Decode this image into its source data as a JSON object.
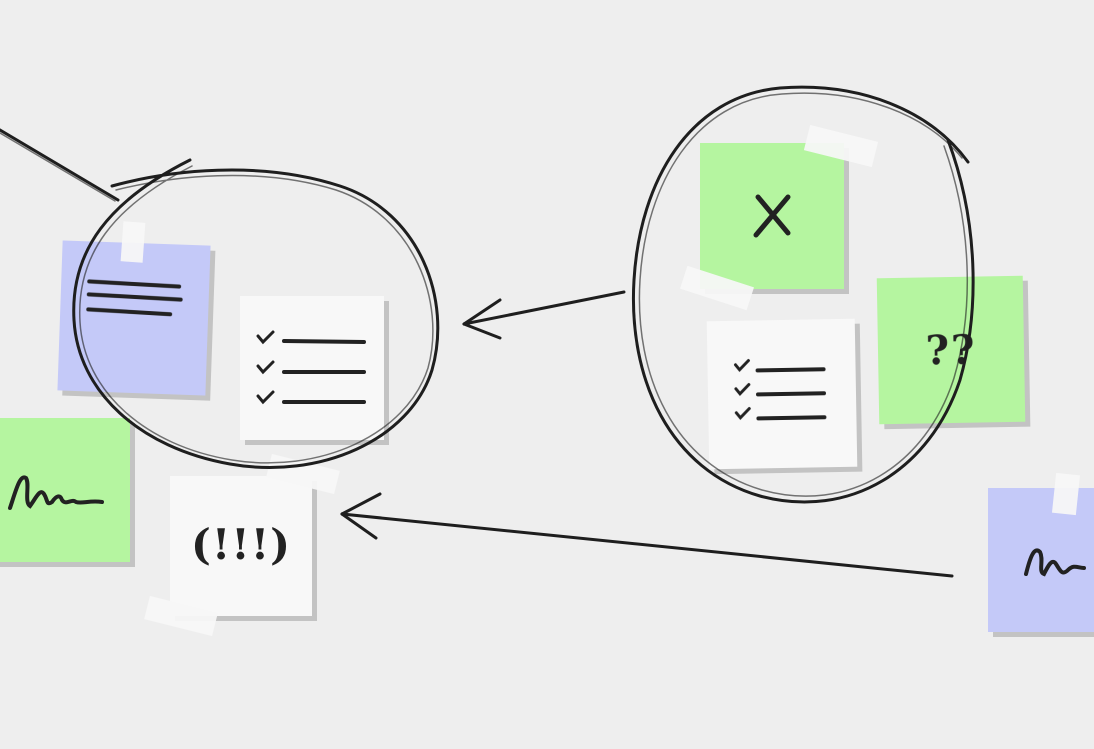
{
  "colors": {
    "background": "#eeeeee",
    "note_purple": "#c4c9f8",
    "note_green": "#b5f5a0",
    "note_white": "#f8f8f8",
    "ink": "#1e1e1e"
  },
  "notes": {
    "alert": {
      "label": "(!!!)",
      "icon": "exclamation-alert-text"
    },
    "question": {
      "label": "??",
      "icon": "question-marks-text"
    },
    "rejected": {
      "icon": "x-mark-icon"
    },
    "checklists": {
      "icon": "checklist-icon",
      "items_per_list": 3
    },
    "scribbles": {
      "icon": "scribble-icon"
    },
    "text_lines": {
      "icon": "text-lines-icon",
      "lines": 3
    }
  }
}
